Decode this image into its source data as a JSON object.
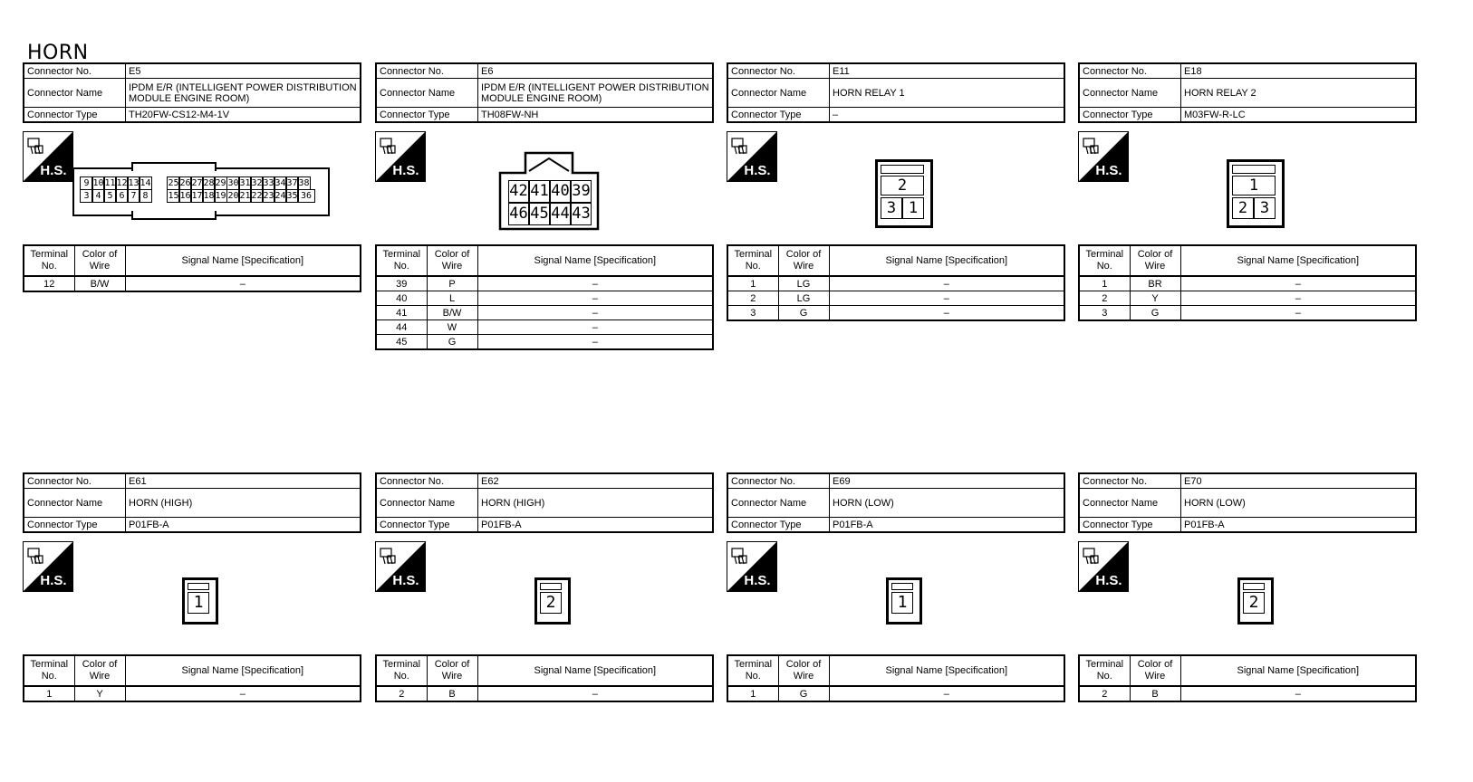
{
  "page_title": "HORN",
  "labels": {
    "connector_no": "Connector No.",
    "connector_name": "Connector Name",
    "connector_type": "Connector Type",
    "terminal_no": "Terminal No.",
    "color_of_wire": "Color of Wire",
    "signal_name": "Signal Name [Specification]",
    "hs_text": "H.S."
  },
  "connectors": [
    {
      "no": "E5",
      "name": "IPDM E/R (INTELLIGENT POWER DISTRIBUTION MODULE ENGINE ROOM)",
      "type": "TH20FW-CS12-M4-1V",
      "pins_top": [
        "9",
        "10",
        "11",
        "12",
        "13",
        "14",
        "25",
        "26",
        "27",
        "28",
        "29",
        "30",
        "31",
        "32",
        "33",
        "34",
        "37",
        "38"
      ],
      "pins_bottom": [
        "3",
        "4",
        "5",
        "6",
        "7",
        "8",
        "15",
        "16",
        "17",
        "18",
        "19",
        "20",
        "21",
        "22",
        "23",
        "24",
        "35",
        "36"
      ],
      "rows": [
        [
          "12",
          "B/W",
          "–"
        ]
      ]
    },
    {
      "no": "E6",
      "name": "IPDM E/R (INTELLIGENT POWER DISTRIBUTION MODULE ENGINE ROOM)",
      "type": "TH08FW-NH",
      "pins_top": [
        "42",
        "41",
        "40",
        "39"
      ],
      "pins_bottom": [
        "46",
        "45",
        "44",
        "43"
      ],
      "rows": [
        [
          "39",
          "P",
          "–"
        ],
        [
          "40",
          "L",
          "–"
        ],
        [
          "41",
          "B/W",
          "–"
        ],
        [
          "44",
          "W",
          "–"
        ],
        [
          "45",
          "G",
          "–"
        ]
      ]
    },
    {
      "no": "E11",
      "name": "HORN RELAY 1",
      "type": "–",
      "pins_top": [
        "2"
      ],
      "pins_bottom": [
        "3",
        "1"
      ],
      "rows": [
        [
          "1",
          "LG",
          "–"
        ],
        [
          "2",
          "LG",
          "–"
        ],
        [
          "3",
          "G",
          "–"
        ]
      ]
    },
    {
      "no": "E18",
      "name": "HORN RELAY 2",
      "type": "M03FW-R-LC",
      "pins_top": [
        "1"
      ],
      "pins_bottom": [
        "2",
        "3"
      ],
      "rows": [
        [
          "1",
          "BR",
          "–"
        ],
        [
          "2",
          "Y",
          "–"
        ],
        [
          "3",
          "G",
          "–"
        ]
      ]
    },
    {
      "no": "E61",
      "name": "HORN (HIGH)",
      "type": "P01FB-A",
      "pin": "1",
      "rows": [
        [
          "1",
          "Y",
          "–"
        ]
      ]
    },
    {
      "no": "E62",
      "name": "HORN (HIGH)",
      "type": "P01FB-A",
      "pin": "2",
      "rows": [
        [
          "2",
          "B",
          "–"
        ]
      ]
    },
    {
      "no": "E69",
      "name": "HORN (LOW)",
      "type": "P01FB-A",
      "pin": "1",
      "rows": [
        [
          "1",
          "G",
          "–"
        ]
      ]
    },
    {
      "no": "E70",
      "name": "HORN (LOW)",
      "type": "P01FB-A",
      "pin": "2",
      "rows": [
        [
          "2",
          "B",
          "–"
        ]
      ]
    }
  ]
}
